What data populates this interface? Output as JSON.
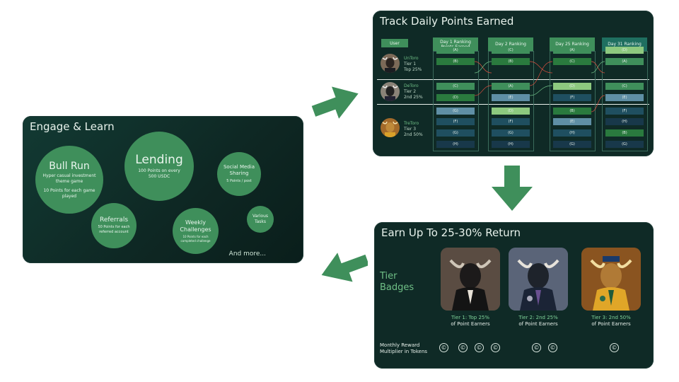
{
  "engage": {
    "title": "Engage & Learn",
    "bubbles": [
      {
        "title": "Bull Run",
        "sub": [
          "Hyper casual investment",
          "theme game",
          "",
          "10 Points for each game",
          "played"
        ]
      },
      {
        "title": "Lending",
        "sub": [
          "100 Points on every",
          "500 USDC"
        ]
      },
      {
        "title": "Social Media",
        "title2": "Sharing",
        "sub": [
          "5 Points / post"
        ]
      },
      {
        "title": "Referrals",
        "sub": [
          "50 Points for each",
          "referred account"
        ]
      },
      {
        "title": "Weekly",
        "title2": "Challenges",
        "sub": [
          "10 Points for each",
          "completed challenge"
        ]
      },
      {
        "title": "Various",
        "title2": "Tasks",
        "sub": []
      }
    ],
    "more": "And more..."
  },
  "track": {
    "title": "Track Daily Points Earned",
    "user_tag": "User",
    "columns": [
      {
        "label1": "Day 1 Ranking",
        "label2": "Points Earned"
      },
      {
        "label1": "Day 2 Ranking",
        "label2": ""
      },
      {
        "label1": "Day 25 Ranking",
        "label2": ""
      },
      {
        "label1": "Day 31 Ranking",
        "label2": ""
      }
    ],
    "users": [
      {
        "name": "UnToro",
        "tier": "Tier 1",
        "rank": "Top 25%"
      },
      {
        "name": "DeToro",
        "tier": "Tier 2",
        "rank": "2nd 25%"
      },
      {
        "name": "TreToro",
        "tier": "Tier 3",
        "rank": "2nd 50%"
      }
    ],
    "cells": [
      [
        "(A)",
        "(B)",
        "(C)",
        "(D)",
        "(G)",
        "(F)",
        "(G)",
        "(H)"
      ],
      [
        "(C)",
        "(B)",
        "(A)",
        "(E)",
        "(D)",
        "(F)",
        "(G)",
        "(H)"
      ],
      [
        "(A)",
        "(C)",
        "(D)",
        "(F)",
        "(B)",
        "(E)",
        "(H)",
        "(G)"
      ],
      [
        "(D)",
        "(A)",
        "(C)",
        "(E)",
        "(F)",
        "(H)",
        "(B)",
        "(G)"
      ]
    ],
    "colors": {
      "light": "#8dc97f",
      "mid": "#3f8f5b",
      "dark": "#2a7a3e",
      "steel": "#5f8fa5",
      "deep": "#1f4f60",
      "navy": "#18384a"
    }
  },
  "earn": {
    "title": "Earn Up To 25-30% Return",
    "tier_label": [
      "Tier",
      "Badges"
    ],
    "badges": [
      {
        "cap1": "Tier 1: Top 25%",
        "cap2": "of Point Earners"
      },
      {
        "cap1": "Tier 2: 2nd 25%",
        "cap2": "of Point Earners"
      },
      {
        "cap1": "Tier 3: 2nd 50%",
        "cap2": "of Point Earners"
      }
    ],
    "multiplier_label": [
      "Monthly Reward",
      "Multiplier in Tokens"
    ],
    "coin_glyph": "©"
  }
}
